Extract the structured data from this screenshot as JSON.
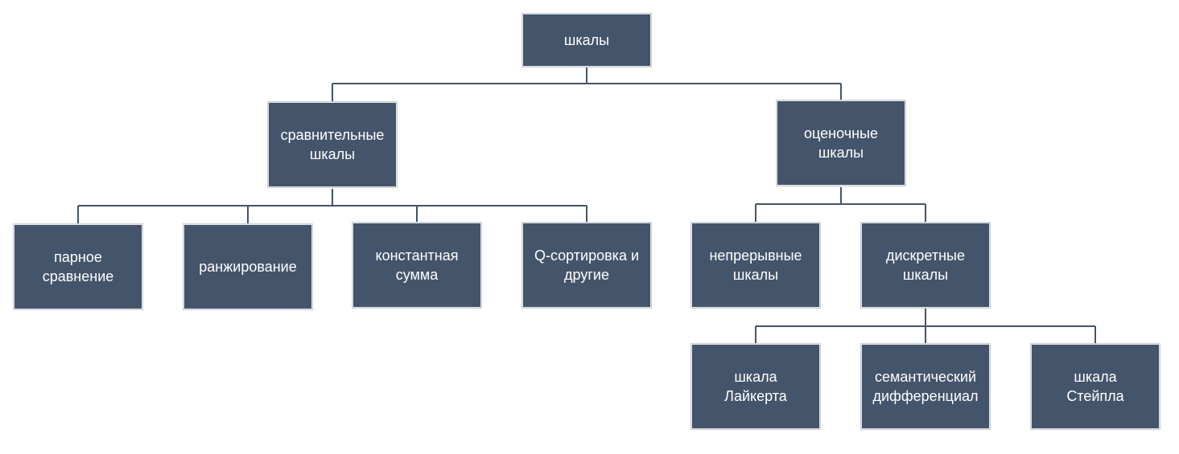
{
  "diagram": {
    "root": "шкалы",
    "comparative": {
      "label": "сравнительные\nшкалы",
      "children": [
        "парное\nсравнение",
        "ранжирование",
        "константная\nсумма",
        "Q-сортировка и\nдругие"
      ]
    },
    "evaluative": {
      "label": "оценочные\nшкалы",
      "continuous": "непрерывные\nшкалы",
      "discrete": {
        "label": "дискретные\nшкалы",
        "children": [
          "шкала\nЛайкерта",
          "семантический\nдифференциал",
          "шкала\nСтейпла"
        ]
      }
    },
    "colors": {
      "box_fill": "#44546a",
      "connector": "#44546a",
      "text": "#ffffff"
    }
  }
}
